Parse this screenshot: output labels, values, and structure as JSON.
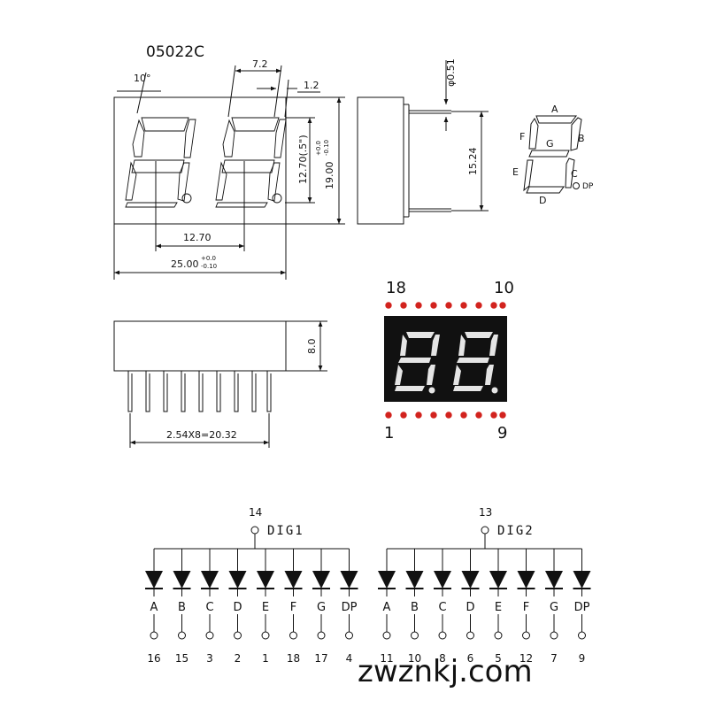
{
  "title": "05022C",
  "dimensions": {
    "angle": "10°",
    "digit_spacing_top": "7.2",
    "segment_width": "1.2",
    "pin_diameter": "φ0.51",
    "digit_height": "12.70(.5\")",
    "tol_plus": "+0.0",
    "tol_minus": "-0.10",
    "height": "19.00",
    "pin_row_spacing": "15.24",
    "digit_pitch": "12.70",
    "width": "25.00",
    "thickness": "8.0",
    "pin_pitch": "2.54X8=20.32"
  },
  "segment_labels": [
    "A",
    "B",
    "C",
    "D",
    "E",
    "F",
    "G",
    "DP"
  ],
  "photo": {
    "pin_top_left": "18",
    "pin_top_right": "10",
    "pin_bottom_left": "1",
    "pin_bottom_right": "9",
    "segment_color": "#e5e5e5",
    "body_color": "#111111",
    "pin_color": "#d2231e"
  },
  "circuit": {
    "dig1": {
      "common_pin": "14",
      "label": "DIG1",
      "segments": [
        "A",
        "B",
        "C",
        "D",
        "E",
        "F",
        "G",
        "DP"
      ],
      "pins": [
        "16",
        "15",
        "3",
        "2",
        "1",
        "18",
        "17",
        "4"
      ]
    },
    "dig2": {
      "common_pin": "13",
      "label": "DIG2",
      "segments": [
        "A",
        "B",
        "C",
        "D",
        "E",
        "F",
        "G",
        "DP"
      ],
      "pins": [
        "11",
        "10",
        "8",
        "6",
        "5",
        "12",
        "7",
        "9"
      ]
    }
  },
  "watermark": "zwznkj.com"
}
